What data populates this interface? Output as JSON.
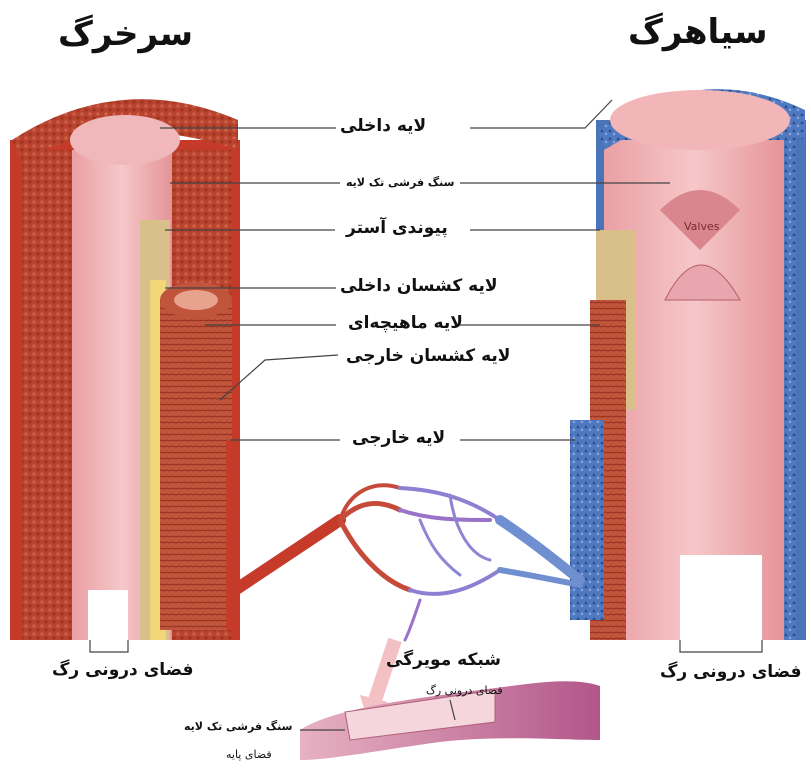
{
  "titles": {
    "artery": "سرخرگ",
    "vein": "سیاهرگ"
  },
  "layer_labels": {
    "inner": "لایه داخلی",
    "endothelium": "سنگ فرشی تک لایه",
    "basement_membrane": "پیوندی آستر",
    "inner_elastic": "لایه کشسان داخلی",
    "muscle": "لایه ماهیچه‌ای",
    "outer_elastic": "لایه کشسان خارجی",
    "outer": "لایه خارجی"
  },
  "valve_label": "Valves",
  "lumen_artery": "فضای درونی رگ",
  "lumen_vein": "فضای درونی رگ",
  "capillary": {
    "title": "شبکه مویرگی",
    "lumen": "فضای درونی رگ",
    "endothelium": "سنگ فرشی تک لایه",
    "basal": "فضای پایه"
  },
  "colors": {
    "artery_red": "#c83c2c",
    "vein_blue": "#4a74b8",
    "tissue_pink": "#e9a6a6",
    "connective_tan": "#d9c08a",
    "elastic_yellow": "#f3d67a"
  }
}
